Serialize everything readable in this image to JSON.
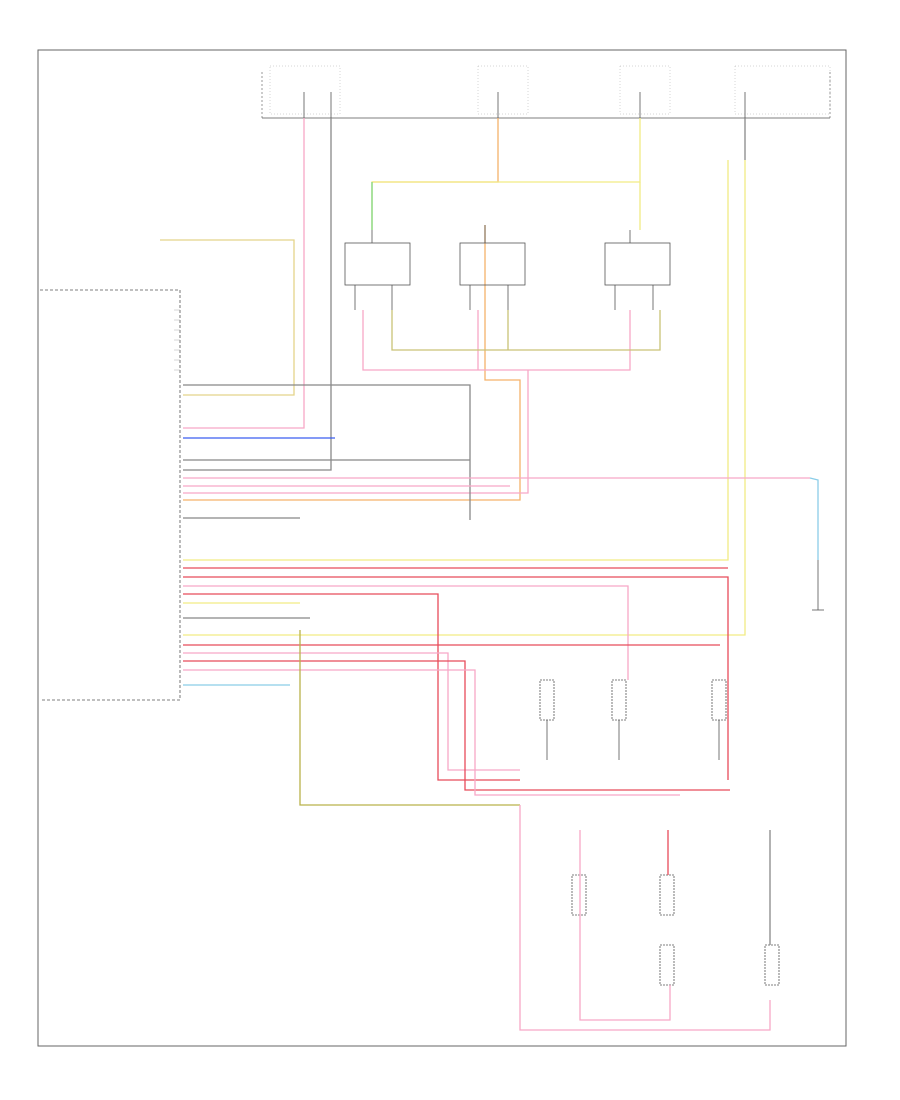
{
  "diagram": {
    "footer_code": "",
    "colors": {
      "frame": "#666666",
      "black": "#555555",
      "pink": "#f7a8c6",
      "red": "#e84c5a",
      "yellow": "#f2ec84",
      "orange": "#f5b26a",
      "green": "#7ed67e",
      "blue": "#3a5ef0",
      "lightblue": "#8bcde8",
      "olive": "#b9b24a",
      "grey": "#9a9a9a"
    },
    "fuse_boxes": [
      {
        "name": "fuse-box-1"
      },
      {
        "name": "fuse-box-2"
      },
      {
        "name": "fuse-box-3"
      },
      {
        "name": "fuse-box-4"
      }
    ],
    "switches_top": [
      {
        "name": "top-switch-left"
      },
      {
        "name": "top-switch-center"
      },
      {
        "name": "top-switch-right"
      }
    ],
    "switches_middle": [
      {
        "name": "middle-switch-left"
      },
      {
        "name": "middle-switch-center"
      },
      {
        "name": "middle-switch-right"
      }
    ],
    "switches_bottom": [
      {
        "name": "bottom-switch-left"
      },
      {
        "name": "bottom-switch-center-left"
      },
      {
        "name": "bottom-switch-center-right"
      },
      {
        "name": "bottom-switch-right"
      }
    ]
  }
}
